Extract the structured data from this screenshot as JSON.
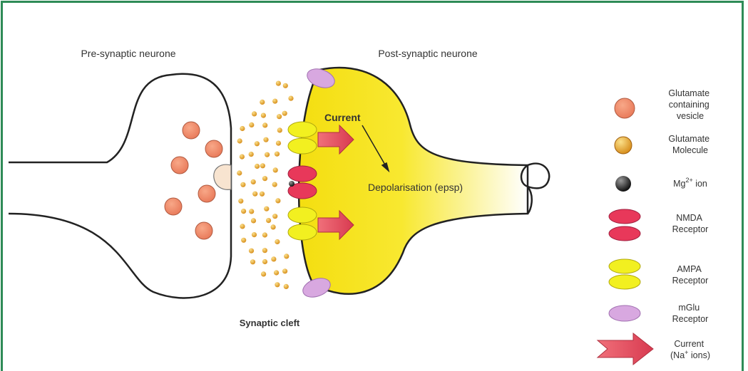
{
  "labels": {
    "pre_synaptic": "Pre-synaptic neurone",
    "post_synaptic": "Post-synaptic neurone",
    "synaptic_cleft": "Synaptic cleft",
    "current": "Current",
    "depolarisation": "Depolarisation (epsp)"
  },
  "legend": {
    "vesicle": [
      "Glutamate",
      "containing",
      "vesicle"
    ],
    "molecule": [
      "Glutamate",
      "Molecule"
    ],
    "mg_ion": {
      "base": "Mg",
      "sup": "2+",
      "rest": " ion"
    },
    "nmda": [
      "NMDA",
      "Receptor"
    ],
    "ampa": [
      "AMPA",
      "Receptor"
    ],
    "mglu": [
      "mGlu",
      "Receptor"
    ],
    "current": {
      "line1": "Current",
      "line2_pre": "(Na",
      "line2_sup": "+",
      "line2_post": " ions)"
    }
  },
  "colors": {
    "frame": "#2e8b57",
    "vesicle": "#f08a6a",
    "molecule": "#e8a83a",
    "nmda": "#e8385a",
    "ampa": "#f2f020",
    "mglu": "#d8a8e0",
    "current_arrow": "#e85a6a",
    "post_fill": "#f6e41a"
  }
}
